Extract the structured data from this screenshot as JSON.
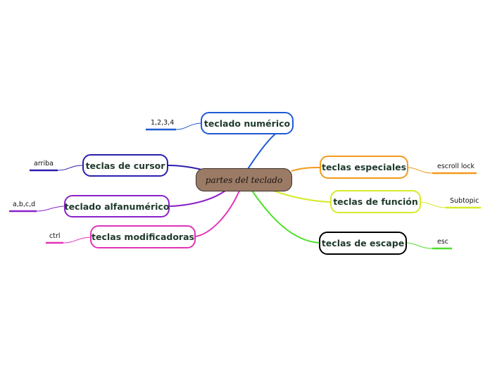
{
  "central": {
    "label": "partes del teclado"
  },
  "topics": [
    {
      "id": "numerico",
      "label": "teclado numérico",
      "color": "#1f5ad6",
      "leaf": "1,2,3,4"
    },
    {
      "id": "cursor",
      "label": "teclas de cursor",
      "color": "#2a1fae",
      "leaf": "arriba"
    },
    {
      "id": "alfa",
      "label": "teclado alfanumérico",
      "color": "#8a22c8",
      "leaf": "a,b,c,d"
    },
    {
      "id": "modif",
      "label": "teclas modificadoras",
      "color": "#e233b8",
      "leaf": "ctrl"
    },
    {
      "id": "especiales",
      "label": "teclas especiales",
      "color": "#f29a1c",
      "leaf": "escroll lock"
    },
    {
      "id": "funcion",
      "label": "teclas de función",
      "color": "#d6ea2a",
      "leaf": "Subtopic"
    },
    {
      "id": "escape",
      "label": "teclas de escape",
      "color": "#000000",
      "leaf": "esc",
      "leaf_color": "#4fe02a",
      "line_color": "#4fe02a"
    }
  ]
}
